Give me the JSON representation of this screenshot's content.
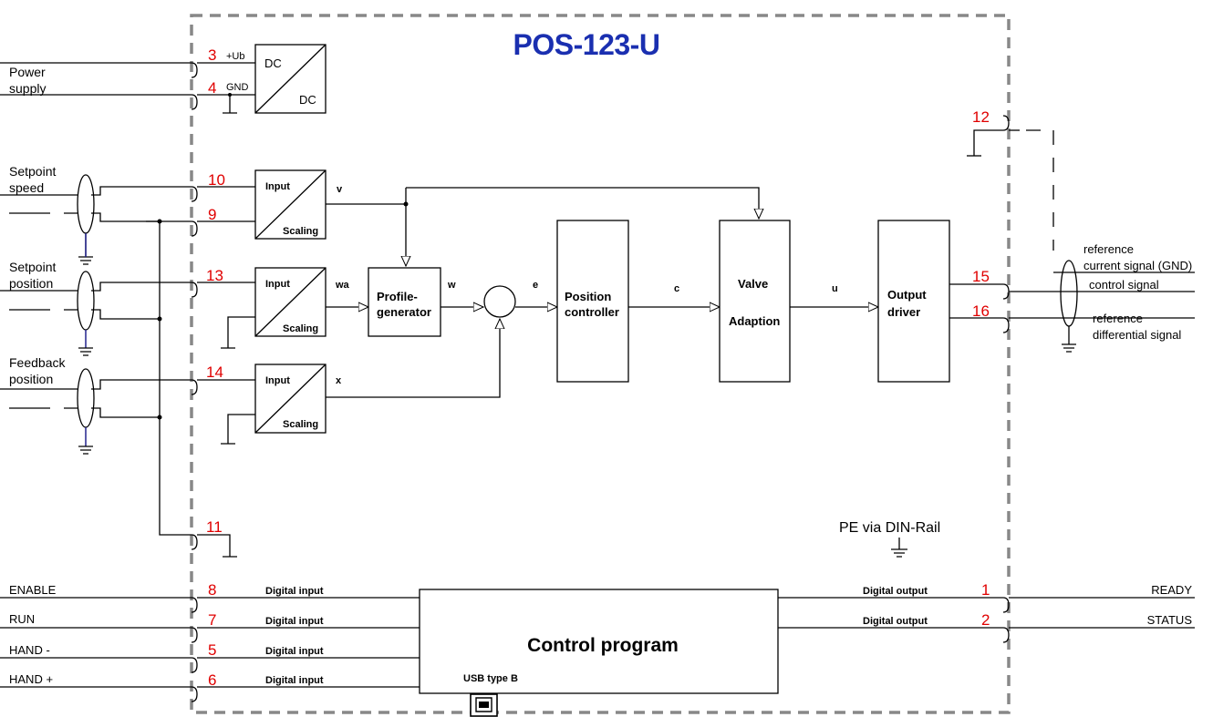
{
  "title": "POS-123-U",
  "power": {
    "label_line1": "Power",
    "label_line2": "supply",
    "ub": "+Ub",
    "gnd": "GND",
    "dc_in": "DC",
    "dc_out": "DC",
    "pin_ub": "3",
    "pin_gnd": "4"
  },
  "inputs": {
    "setpoint_speed": [
      "Setpoint",
      "speed"
    ],
    "setpoint_position": [
      "Setpoint",
      "position"
    ],
    "feedback_position": [
      "Feedback",
      "position"
    ]
  },
  "pins": {
    "p10": "10",
    "p9": "9",
    "p13": "13",
    "p14": "14",
    "p11": "11",
    "p12": "12",
    "p15": "15",
    "p16": "16",
    "p8": "8",
    "p7": "7",
    "p5": "5",
    "p6": "6",
    "p1": "1",
    "p2": "2"
  },
  "scaling_block": {
    "input": "Input",
    "scaling": "Scaling"
  },
  "signals": {
    "v": "v",
    "wa": "wa",
    "w": "w",
    "e": "e",
    "c": "c",
    "u": "u",
    "x": "x"
  },
  "blocks": {
    "profile_line1": "Profile-",
    "profile_line2": "generator",
    "position_line1": "Position",
    "position_line2": "controller",
    "valve_line1": "Valve",
    "valve_line2": "Adaption",
    "output_line1": "Output",
    "output_line2": "driver",
    "control_program": "Control program",
    "usb": "USB type B"
  },
  "outputs": {
    "ref_gnd_line1": "reference",
    "ref_gnd_line2": "current signal (GND)",
    "control_signal": "control signal",
    "ref_diff_line1": "reference",
    "ref_diff_line2": "differential signal"
  },
  "pe": "PE via DIN-Rail",
  "digital": {
    "enable": "ENABLE",
    "run": "RUN",
    "hand_minus": "HAND -",
    "hand_plus": "HAND +",
    "digital_input": "Digital input",
    "digital_output": "Digital output",
    "ready": "READY",
    "status": "STATUS"
  },
  "colors": {
    "title": "#1a2fb0",
    "pin": "#e00000",
    "frame": "#888888"
  }
}
